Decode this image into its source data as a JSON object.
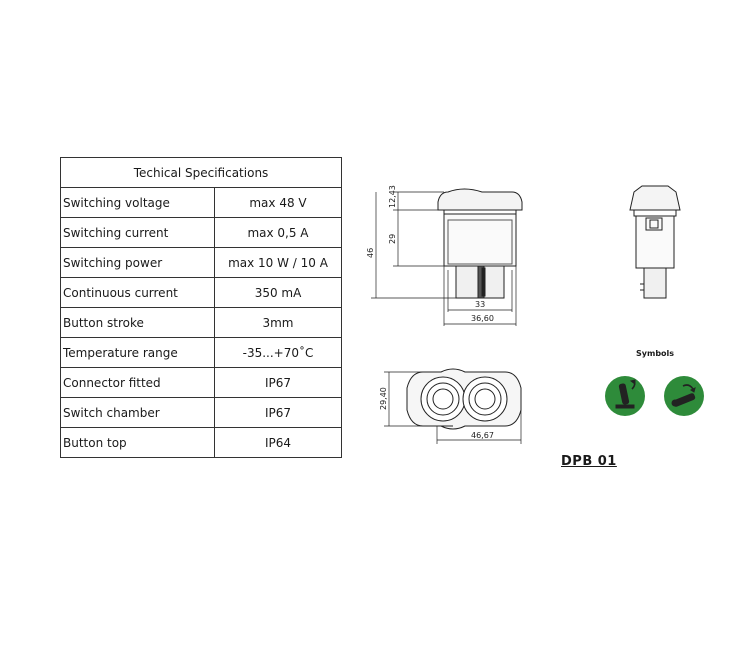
{
  "table": {
    "title": "Techical Specifications",
    "rows": [
      {
        "label": "Switching voltage",
        "value": "max 48 V"
      },
      {
        "label": "Switching current",
        "value": "max 0,5 A"
      },
      {
        "label": "Switching power",
        "value": "max 10 W / 10 A"
      },
      {
        "label": "Continuous current",
        "value": "350 mA"
      },
      {
        "label": "Button stroke",
        "value": "3mm"
      },
      {
        "label": "Temperature range",
        "value": "-35...+70˚C"
      },
      {
        "label": "Connector fitted",
        "value": "IP67"
      },
      {
        "label": "Switch chamber",
        "value": "IP67"
      },
      {
        "label": "Button top",
        "value": "IP64"
      }
    ]
  },
  "dimensions": {
    "front": {
      "top": "12,43",
      "mid": "29",
      "total": "46",
      "inner_width": "33",
      "outer_width": "36,60"
    },
    "top_view": {
      "height": "29,40",
      "width": "46,67"
    }
  },
  "symbols": {
    "label": "Symbols",
    "colors": {
      "fill": "#2e8b3a",
      "glyph": "#222222"
    },
    "icons": [
      "rocker-up-symbol-icon",
      "rocker-down-symbol-icon"
    ]
  },
  "model": "DPB 01"
}
